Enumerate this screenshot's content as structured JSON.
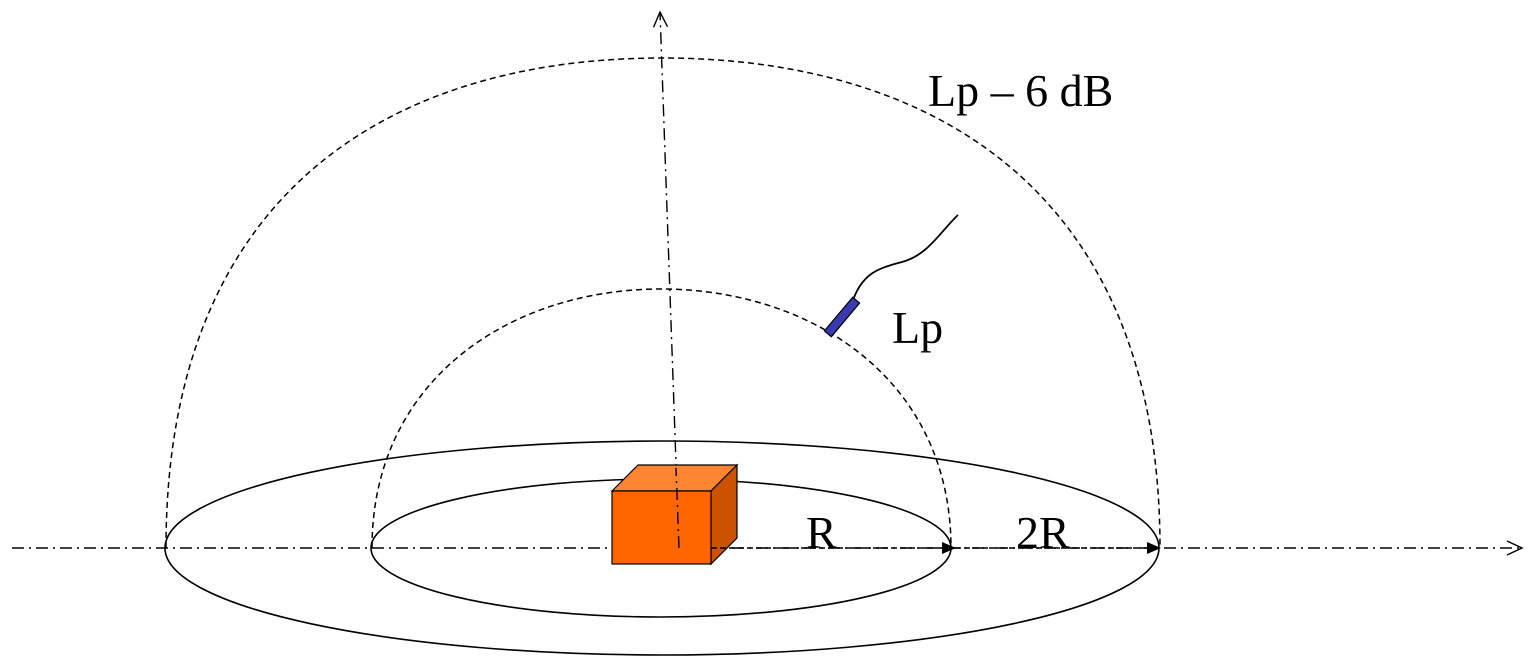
{
  "labels": {
    "far_level": "Lp – 6 dB",
    "near_level": "Lp",
    "radius_near": "R",
    "radius_far": "2R"
  },
  "colors": {
    "source_front": "#ff6600",
    "source_top": "#ff8533",
    "source_side": "#cc5200",
    "microphone": "#3a3ab0",
    "line": "#000000",
    "background": "#ffffff"
  },
  "icons": {
    "source": "orange-cube-sound-source-icon",
    "microphone": "microphone-icon"
  }
}
